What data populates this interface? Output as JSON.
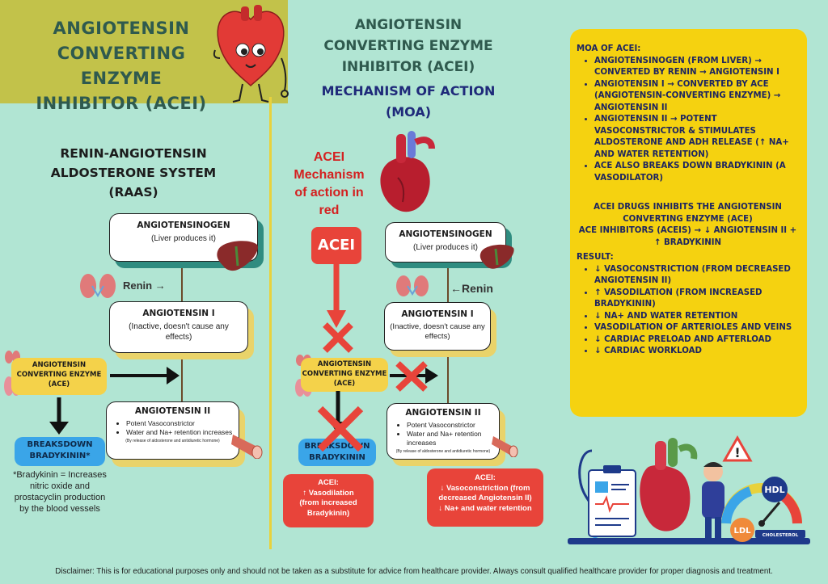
{
  "main_title": [
    "ANGIOTENSIN",
    "CONVERTING ENZYME",
    "INHIBITOR (ACEI)"
  ],
  "raas": {
    "heading": [
      "RENIN-ANGIOTENSIN",
      "ALDOSTERONE SYSTEM (RAAS)"
    ],
    "angiotensinogen": {
      "title": "ANGIOTENSINOGEN",
      "desc": "(Liver produces it)"
    },
    "renin": "Renin →",
    "angiotensin1": {
      "title": "ANGIOTENSIN I",
      "desc": "(Inactive, doesn't cause any effects)"
    },
    "ace": "ANGIOTENSIN CONVERTING ENZYME (ACE)",
    "angiotensin2": {
      "title": "ANGIOTENSIN II",
      "items": [
        "Potent Vasoconstrictor",
        "Water and Na+ retention increases"
      ],
      "note": "(By release of aldosterone and antidiuretic hormone)"
    },
    "breaksdown": "BREAKSDOWN BRADYKININ*",
    "bradykinin_note": "*Bradykinin = Increases nitric oxide and prostacyclin production by the blood vessels"
  },
  "moa": {
    "title": [
      "ANGIOTENSIN",
      "CONVERTING ENZYME",
      "INHIBITOR (ACEI)"
    ],
    "subtitle": [
      "MECHANISM OF ACTION",
      "(MOA)"
    ],
    "red_caption": [
      "ACEI",
      "Mechanism",
      "of action in",
      "red"
    ],
    "acei_box": "ACEI",
    "angiotensinogen": {
      "title": "ANGIOTENSINOGEN",
      "desc": "(Liver produces it)"
    },
    "renin": "←Renin",
    "angiotensin1": {
      "title": "ANGIOTENSIN I",
      "desc": "(Inactive, doesn't cause any effects)"
    },
    "ace": "ANGIOTENSIN CONVERTING ENZYME (ACE)",
    "angiotensin2": {
      "title": "ANGIOTENSIN II",
      "items": [
        "Potent Vasoconstrictor",
        "Water and Na+ retention increases"
      ],
      "note": "(By release of aldosterone and antidiuretic hormone)"
    },
    "breaksdown": "BREAKSDOWN BRADYKININ",
    "result_left": {
      "title": "ACEI:",
      "lines": [
        "↑ Vasodilation",
        "(from increased",
        "Bradykinin)"
      ]
    },
    "result_right": {
      "title": "ACEI:",
      "lines": [
        "↓ Vasoconstriction (from",
        "decreased Angiotensin II)",
        "↓ Na+ and water retention"
      ]
    }
  },
  "panel": {
    "moa_title": "MOA OF ACEI:",
    "moa_items": [
      "ANGIOTENSINOGEN (FROM LIVER) → CONVERTED BY RENIN → ANGIOTENSIN I",
      "ANGIOTENSIN I → CONVERTED BY ACE (ANGIOTENSIN-CONVERTING ENZYME) → ANGIOTENSIN II",
      "ANGIOTENSIN II → POTENT VASOCONSTRICTOR & STIMULATES ALDOSTERONE AND ADH RELEASE (↑ NA+ AND WATER RETENTION)",
      "ACE ALSO BREAKS DOWN BRADYKININ (A VASODILATOR)"
    ],
    "inhibit_line": "ACEI DRUGS INHIBITS THE ANGIOTENSIN CONVERTING ENZYME (ACE)",
    "inhibitors_line": "ACE INHIBITORS (ACEIS) → ↓ ANGIOTENSIN II + ↑ BRADYKININ",
    "result_title": "RESULT:",
    "result_items": [
      "↓ VASOCONSTRICTION (FROM DECREASED ANGIOTENSIN II)",
      "↑ VASODILATION (FROM INCREASED BRADYKININ)",
      "↓ NA+ AND WATER RETENTION",
      "VASODILATION OF ARTERIOLES AND VEINS",
      "↓ CARDIAC PRELOAD AND AFTERLOAD",
      "↓ CARDIAC WORKLOAD"
    ]
  },
  "illustration": {
    "hdl": "HDL",
    "ldl": "LDL",
    "gauge_label": "CHOLESTEROL"
  },
  "disclaimer": "Disclaimer: This is for educational purposes only and should not be taken as a substitute for advice from healthcare provider. Always consult qualified healthcare provider for proper diagnosis and treatment.",
  "colors": {
    "background": "#b1e5d3",
    "title_box": "#c2c24a",
    "panel": "#f5d210",
    "red": "#e8443a",
    "blue": "#3aa5e8",
    "ace_yellow": "#f4d24a"
  }
}
